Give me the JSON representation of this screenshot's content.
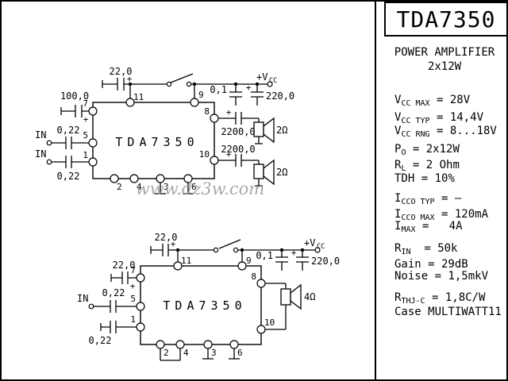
{
  "watermark": "www.dz3w.com",
  "panel": {
    "title": "TDA7350",
    "subtitle_line1": "POWER AMPLIFIER",
    "subtitle_line2": "2x12W",
    "specs": [
      {
        "sym": "V",
        "sub": "CC MAX",
        "rest": " = 28V"
      },
      {
        "sym": "V",
        "sub": "CC TYP",
        "rest": " = 14,4V"
      },
      {
        "sym": "V",
        "sub": "CC RNG",
        "rest": " = 8...18V"
      },
      {
        "sym": "P",
        "sub": "O",
        "rest": " = 2x12W"
      },
      {
        "sym": "R",
        "sub": "L",
        "rest": " = 2 Ohm"
      },
      {
        "sym": "TDH",
        "sub": "",
        "rest": " = 10%"
      },
      {
        "sym": "I",
        "sub": "CCO TYP",
        "rest": " = –"
      },
      {
        "sym": "I",
        "sub": "CCO MAX",
        "rest": " = 120mA"
      },
      {
        "sym": "I",
        "sub": "MAX",
        "rest": " =   4A"
      },
      {
        "sym": "R",
        "sub": "IN",
        "rest": "  = 50k"
      },
      {
        "sym": "Gain",
        "sub": "",
        "rest": " = 29dB"
      },
      {
        "sym": "Noise",
        "sub": "",
        "rest": " = 1,5mkV"
      },
      {
        "sym": "R",
        "sub": "THJ-C",
        "rest": " = 1,8C/W"
      },
      {
        "sym": "Case",
        "sub": "",
        "rest": " MULTIWATT11"
      }
    ]
  },
  "circuit_top": {
    "ic_label": "TDA7350",
    "pins": {
      "p1": "1",
      "p2": "2",
      "p3": "3",
      "p4": "4",
      "p5": "5",
      "p6": "6",
      "p7": "7",
      "p8": "8",
      "p9": "9",
      "p10": "10",
      "p11": "11"
    },
    "components": {
      "c_pin11": "22,0",
      "c_pin7": "100,0",
      "c_in_top": "0,22",
      "c_in_bottom": "0,22",
      "c_decouple": "0,1",
      "c_bulk": "220,0",
      "c_out_top": "2200,0",
      "c_out_bottom": "2200,0"
    },
    "labels": {
      "in_top": "IN",
      "in_bottom": "IN",
      "plus": "+",
      "vcc_main": "+V",
      "vcc_sub": "CC",
      "speaker_top": "2Ω",
      "speaker_bottom": "2Ω"
    }
  },
  "circuit_bottom": {
    "ic_label": "TDA7350",
    "pins": {
      "p1": "1",
      "p2": "2",
      "p3": "3",
      "p4": "4",
      "p5": "5",
      "p6": "6",
      "p7": "7",
      "p8": "8",
      "p9": "9",
      "p10": "10",
      "p11": "11"
    },
    "components": {
      "c_pin11": "22,0",
      "c_pin7": "22,0",
      "c_in_top": "0,22",
      "c_in_bottom": "0,22",
      "c_decouple": "0,1",
      "c_bulk": "220,0"
    },
    "labels": {
      "in": "IN",
      "plus": "+",
      "vcc_main": "+V",
      "vcc_sub": "CC",
      "speaker": "4Ω"
    }
  }
}
